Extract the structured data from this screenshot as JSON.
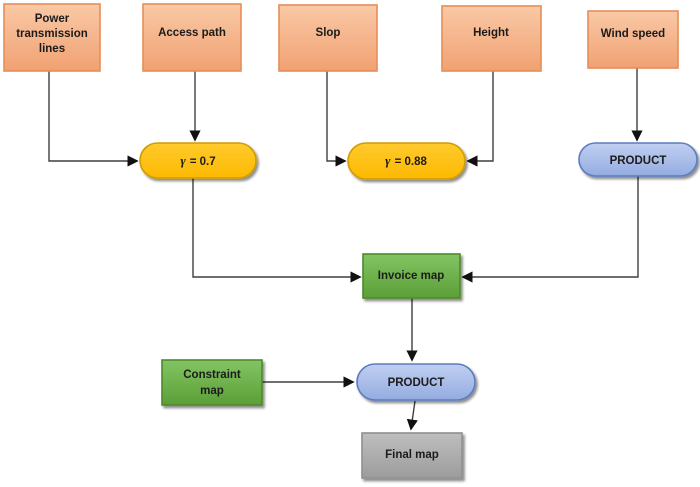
{
  "colors": {
    "orange_top": "#f9c9a6",
    "orange_bottom": "#f1a172",
    "orange_border": "#e68e58",
    "gold_top": "#ffca2e",
    "gold_bottom": "#fdb900",
    "gold_border": "#d29c00",
    "blue_top": "#c0cff1",
    "blue_bottom": "#93ace0",
    "blue_border": "#5b7bc0",
    "green_top": "#82c463",
    "green_bottom": "#5c9f37",
    "green_border": "#4d8a2c",
    "gray_top": "#bebebe",
    "gray_bottom": "#9c9c9c",
    "gray_border": "#8f8f8f",
    "edge": "#3f3f3f",
    "arrow": "#111111"
  },
  "nodes": {
    "power": {
      "label": "Power transmission lines",
      "lines": [
        "Power",
        "transmission",
        "lines"
      ]
    },
    "access": {
      "label": "Access path"
    },
    "slop": {
      "label": "Slop"
    },
    "height": {
      "label": "Height"
    },
    "wind": {
      "label": "Wind speed"
    },
    "gamma07": {
      "label": "γ = 0.7",
      "symbol": "γ",
      "equation": "= 0.7"
    },
    "gamma088": {
      "label": "γ = 0.88",
      "symbol": "γ",
      "equation": "= 0.88"
    },
    "product_top": {
      "label": "PRODUCT"
    },
    "invoice": {
      "label": "Invoice map"
    },
    "constraint": {
      "label": "Constraint map",
      "lines": [
        "Constraint",
        "map"
      ]
    },
    "product_bottom": {
      "label": "PRODUCT"
    },
    "final": {
      "label": "Final map"
    }
  },
  "edges": [
    {
      "from": "power",
      "to": "gamma07"
    },
    {
      "from": "access",
      "to": "gamma07"
    },
    {
      "from": "slop",
      "to": "gamma088"
    },
    {
      "from": "height",
      "to": "gamma088"
    },
    {
      "from": "wind",
      "to": "product_top"
    },
    {
      "from": "gamma07",
      "to": "invoice"
    },
    {
      "from": "product_top",
      "to": "invoice"
    },
    {
      "from": "invoice",
      "to": "product_bottom"
    },
    {
      "from": "constraint",
      "to": "product_bottom"
    },
    {
      "from": "product_bottom",
      "to": "final"
    }
  ]
}
